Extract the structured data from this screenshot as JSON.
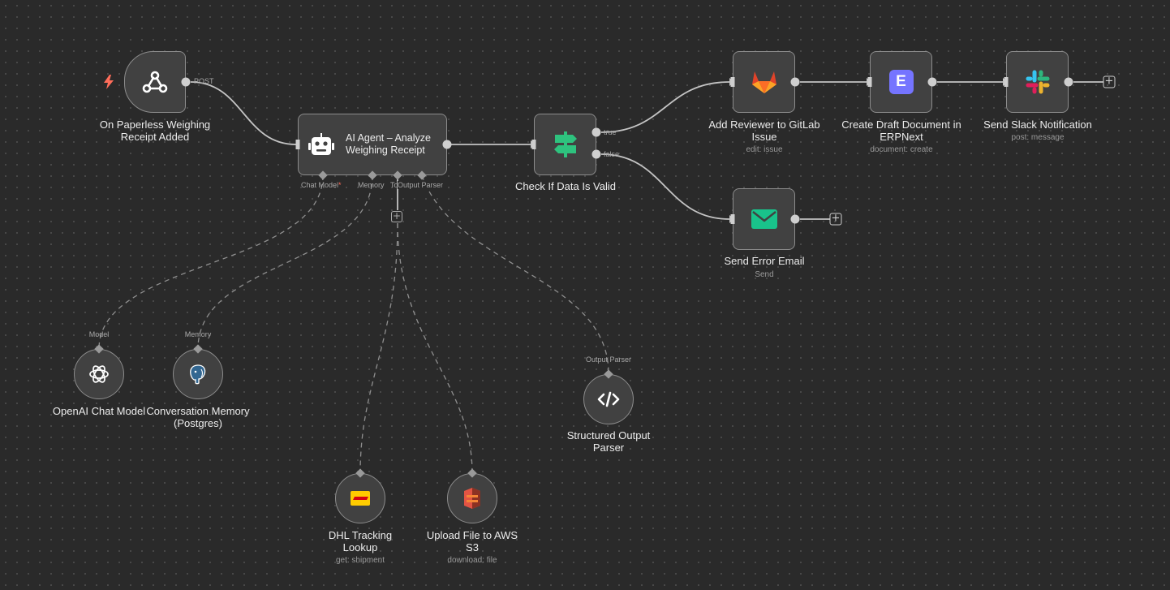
{
  "canvas": {
    "background": "#2a2a2a",
    "node_fill": "#414141",
    "node_border": "#8c8c8c"
  },
  "nodes": {
    "paperless": {
      "label": "On Paperless Weighing Receipt Added",
      "icon": "webhook-icon",
      "output": "POST"
    },
    "agent": {
      "label": "AI Agent – Analyze Weighing Receipt",
      "icon": "robot-icon",
      "handles": {
        "chat_model": "Chat Model",
        "required_mark": "*",
        "memory": "Memory",
        "tool": "Tool",
        "output_parser": "Output Parser"
      }
    },
    "check": {
      "label": "Check If Data Is Valid",
      "icon": "signpost-icon",
      "true_label": "true",
      "false_label": "false"
    },
    "gitlab": {
      "label": "Add Reviewer to GitLab Issue",
      "subtitle": "edit: issue",
      "icon": "gitlab-icon"
    },
    "erpnext": {
      "label": "Create Draft Document in ERPNext",
      "subtitle": "document: create",
      "icon": "erpnext-icon",
      "icon_letter": "E"
    },
    "slack": {
      "label": "Send Slack Notification",
      "subtitle": "post: message",
      "icon": "slack-icon"
    },
    "email": {
      "label": "Send Error Email",
      "subtitle": "Send",
      "icon": "email-icon"
    },
    "openai": {
      "label": "OpenAI Chat Model",
      "handle": "Model",
      "icon": "openai-icon"
    },
    "postgres": {
      "label": "Conversation Memory (Postgres)",
      "handle": "Memory",
      "icon": "postgres-icon"
    },
    "dhl": {
      "label": "DHL Tracking Lookup",
      "subtitle": "get: shipment",
      "icon": "dhl-icon"
    },
    "s3": {
      "label": "Upload File to AWS S3",
      "subtitle": "download: file",
      "icon": "aws-s3-icon"
    },
    "parser": {
      "label": "Structured Output Parser",
      "handle": "Output Parser",
      "icon": "code-icon"
    }
  },
  "colors": {
    "trigger_bolt": "#ff6d5a",
    "gitlab": "#fc6d26",
    "erpnext": "#7574ff",
    "email": "#19c38b",
    "switch": "#2ec27e",
    "dhl_yellow": "#ffcc00",
    "dhl_red": "#d40511",
    "s3": "#e25444"
  },
  "add_node": "+"
}
